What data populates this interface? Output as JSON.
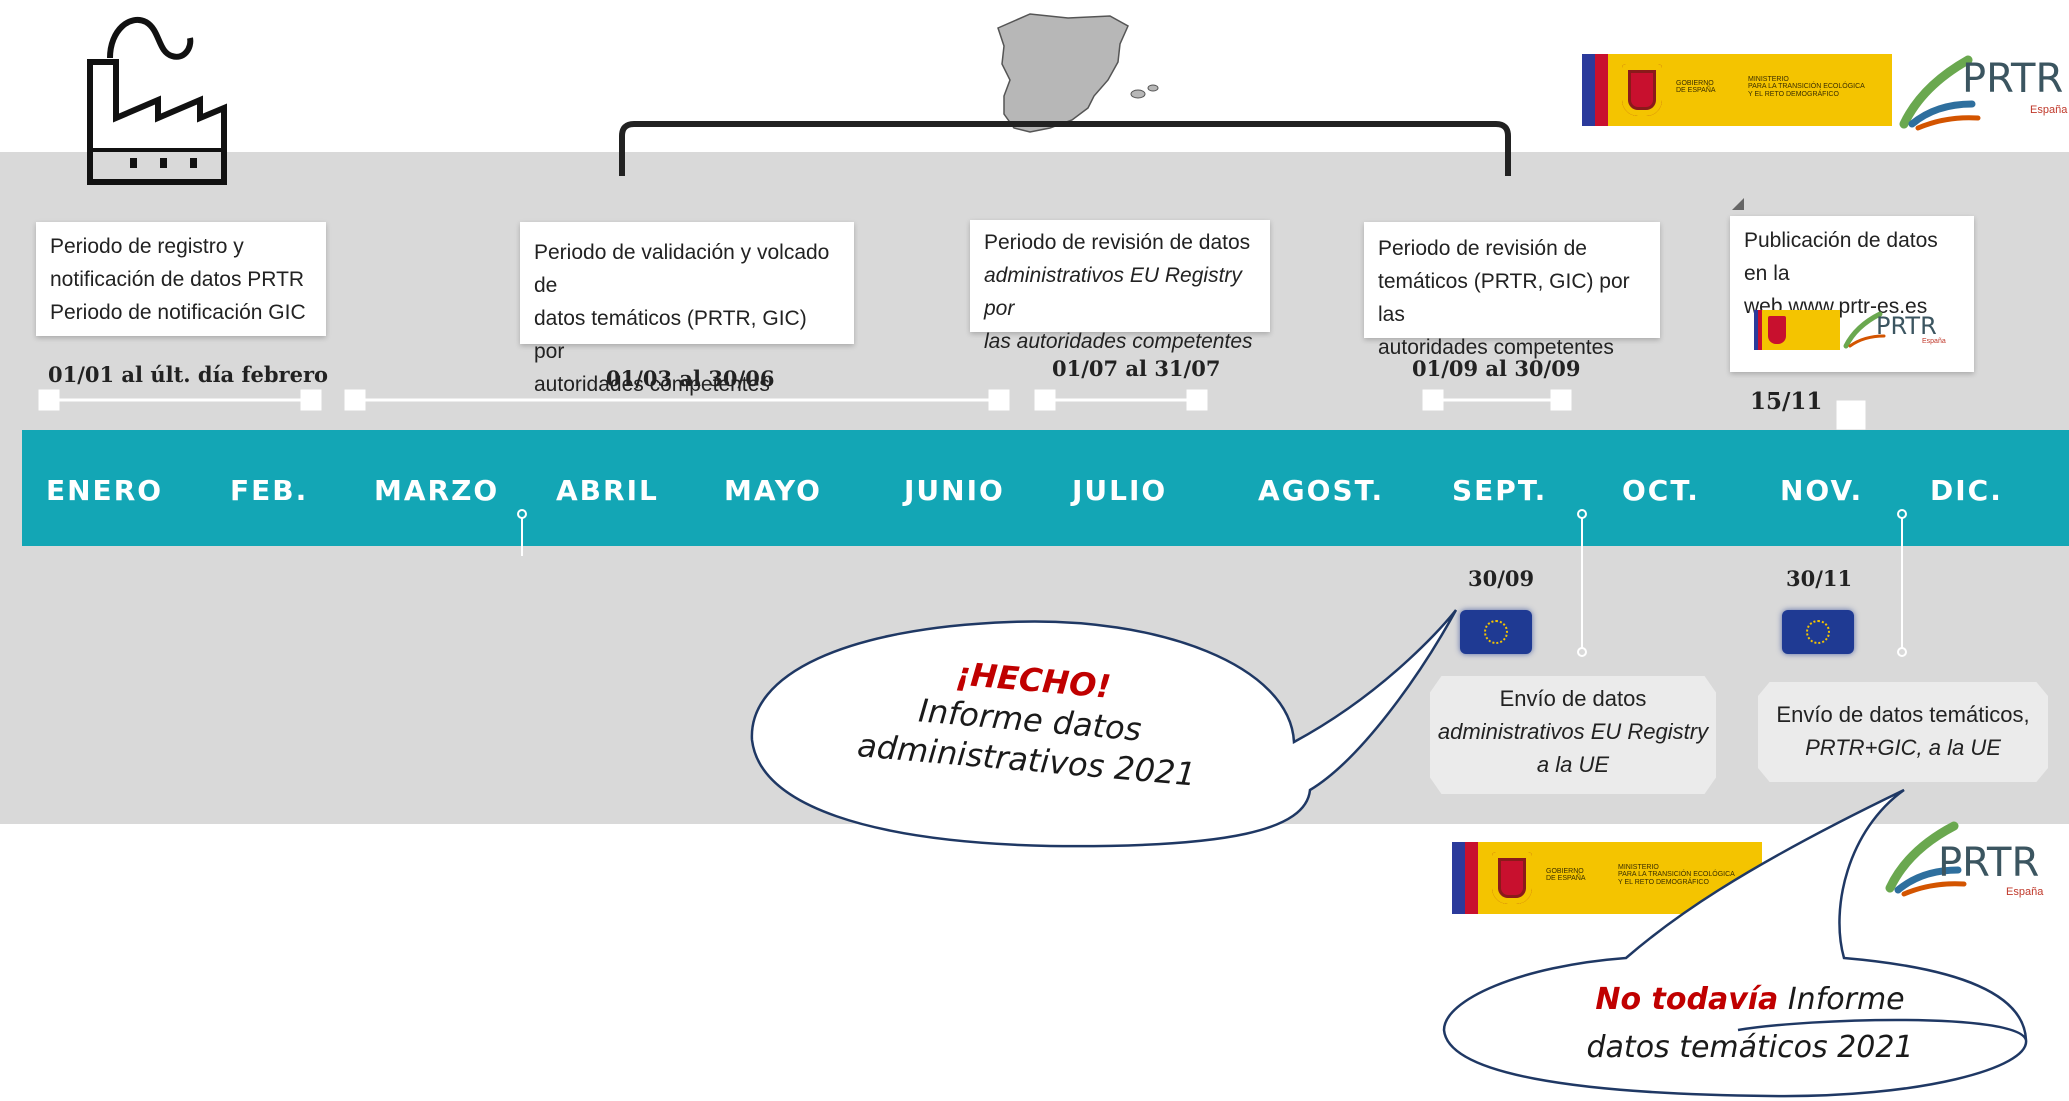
{
  "months": [
    "ENERO",
    "FEB.",
    "MARZO",
    "ABRIL",
    "MAYO",
    "JUNIO",
    "JULIO",
    "AGOST.",
    "SEPT.",
    "OCT.",
    "NOV.",
    "DIC."
  ],
  "top_cards": [
    {
      "line1": "Periodo de registro y",
      "line2": "notificación de datos PRTR",
      "line3": "Periodo de notificación GIC",
      "date": "01/01 al últ. día febrero"
    },
    {
      "line1": "Periodo de validación y volcado de",
      "line2": "datos temáticos (PRTR, GIC) por",
      "line3": "autoridades competentes",
      "date": "01/03 al 30/06"
    },
    {
      "line1": "Periodo de revisión de datos",
      "line2": "administrativos EU Registry por",
      "line3": "las autoridades competentes",
      "date": "01/07 al 31/07"
    },
    {
      "line1": "Periodo de revisión de",
      "line2": "temáticos (PRTR, GIC) por las",
      "line3": "autoridades competentes",
      "date": "01/09 al 30/09"
    },
    {
      "line1": "Publicación de datos en la",
      "line2": "web www.prtr-es.es",
      "date": "15/11"
    }
  ],
  "bottom_items": [
    {
      "date": "30/09",
      "line1": "Envío de datos",
      "line2": "administrativos EU Registry",
      "line3": "a la UE"
    },
    {
      "date": "30/11",
      "line1": "Envío de datos temáticos,",
      "line2": "PRTR+GIC, a la UE"
    }
  ],
  "callouts": {
    "done": {
      "status": "¡HECHO!",
      "line1": "Informe datos",
      "line2": "administrativos 2021",
      "status_color": "#c00000"
    },
    "pending": {
      "status": "No todavía",
      "rest1": " Informe",
      "line2": "datos temáticos 2021",
      "status_color": "#c00000"
    }
  },
  "logos": {
    "gobierno": "GOBIERNO\nDE ESPAÑA",
    "ministerio": "MINISTERIO\nPARA LA TRANSICIÓN ECOLÓGICA\nY EL RETO DEMOGRÁFICO",
    "prtr": "PRTR",
    "espana": "España"
  },
  "colors": {
    "timeline": "#13a6b5",
    "band": "#d9d9d9",
    "logo_yellow": "#f4c400"
  },
  "icons": [
    "factory-icon",
    "spain-map-icon",
    "eu-flag-icon",
    "prtr-swoosh-icon",
    "spain-coat-of-arms-icon"
  ]
}
